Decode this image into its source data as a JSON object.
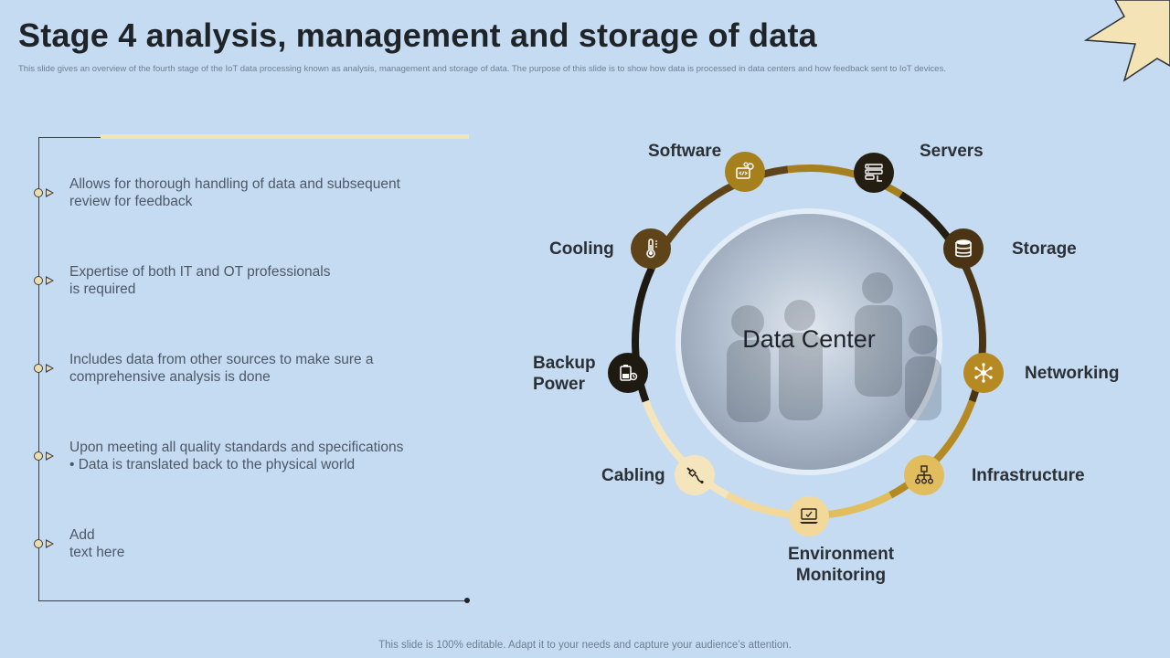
{
  "header": {
    "title": "Stage 4 analysis, management and storage of data",
    "subtitle": "This slide gives an overview of the fourth stage of the IoT  data processing known as analysis, management and storage of data. The purpose of this slide is to show how data is processed in data centers and how feedback sent to IoT devices."
  },
  "points": [
    {
      "line1": "Allows for thorough handling of data and subsequent",
      "line2": "review for feedback"
    },
    {
      "line1": "Expertise of both IT  and OT professionals",
      "line2": "is required"
    },
    {
      "line1": "Includes  data from other sources to make sure a",
      "line2": "comprehensive analysis is done"
    },
    {
      "line1": "Upon meeting all quality standards and specifications",
      "line2": "•   Data is translated back to the physical world"
    },
    {
      "line1": "Add",
      "line2": "text here"
    }
  ],
  "diagram": {
    "center_label": "Data Center",
    "nodes": [
      {
        "label": "Software",
        "icon": "software-icon",
        "color": "#a7801e"
      },
      {
        "label": "Servers",
        "icon": "server-rack-icon",
        "color": "#241d11"
      },
      {
        "label": "Storage",
        "icon": "database-icon",
        "color": "#4a3414"
      },
      {
        "label": "Networking",
        "icon": "network-hub-icon",
        "color": "#b58a22"
      },
      {
        "label": "Infrastructure",
        "icon": "hierarchy-icon",
        "color": "#e2bd5e"
      },
      {
        "label": "Environment",
        "label2": "Monitoring",
        "icon": "monitor-icon",
        "color": "#f2d99a"
      },
      {
        "label": "Cabling",
        "icon": "cable-icon",
        "color": "#f5e5bd"
      },
      {
        "label": "Backup",
        "label2": "Power",
        "icon": "battery-icon",
        "color": "#1e1a12"
      },
      {
        "label": "Cooling",
        "icon": "thermometer-icon",
        "color": "#5e4418"
      }
    ]
  },
  "footer": {
    "text": "This slide is 100% editable. Adapt it to your needs and capture your audience’s attention."
  }
}
